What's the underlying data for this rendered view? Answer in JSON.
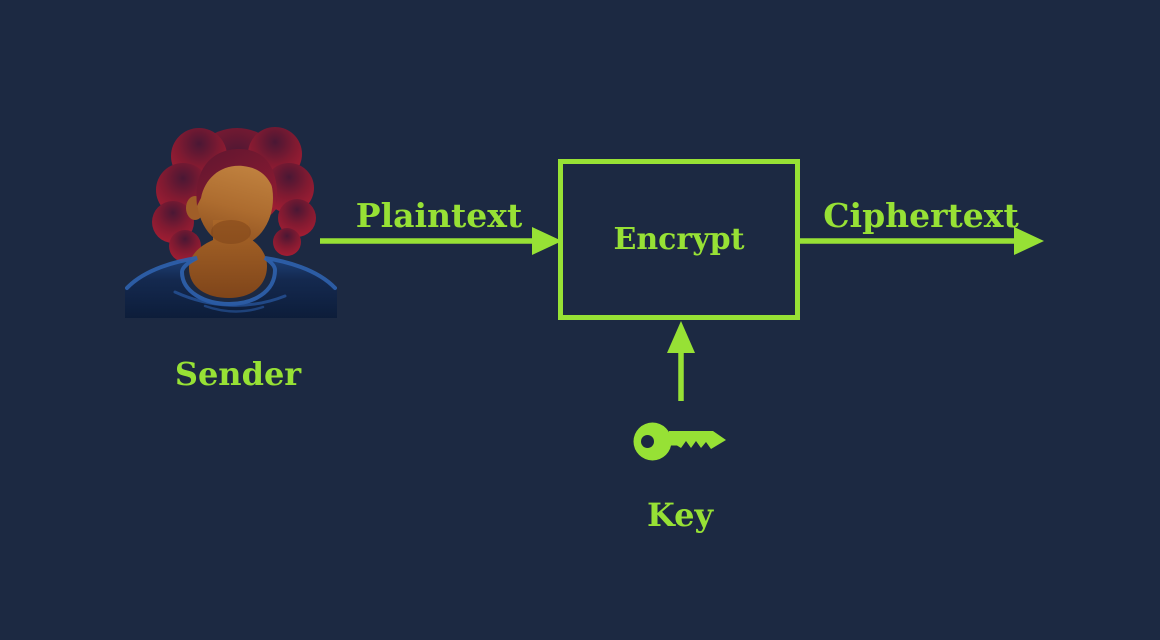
{
  "colors": {
    "background": "#1c2942",
    "accent": "#97e135",
    "avatar_hair": "#9e1c31",
    "avatar_skin": "#b06f33",
    "avatar_shirt": "#14294f"
  },
  "diagram": {
    "sender": {
      "label": "Sender",
      "icon": "sender-avatar"
    },
    "plaintext": {
      "label": "Plaintext"
    },
    "encrypt": {
      "label": "Encrypt"
    },
    "ciphertext": {
      "label": "Ciphertext"
    },
    "key": {
      "label": "Key",
      "icon": "key-icon"
    }
  }
}
